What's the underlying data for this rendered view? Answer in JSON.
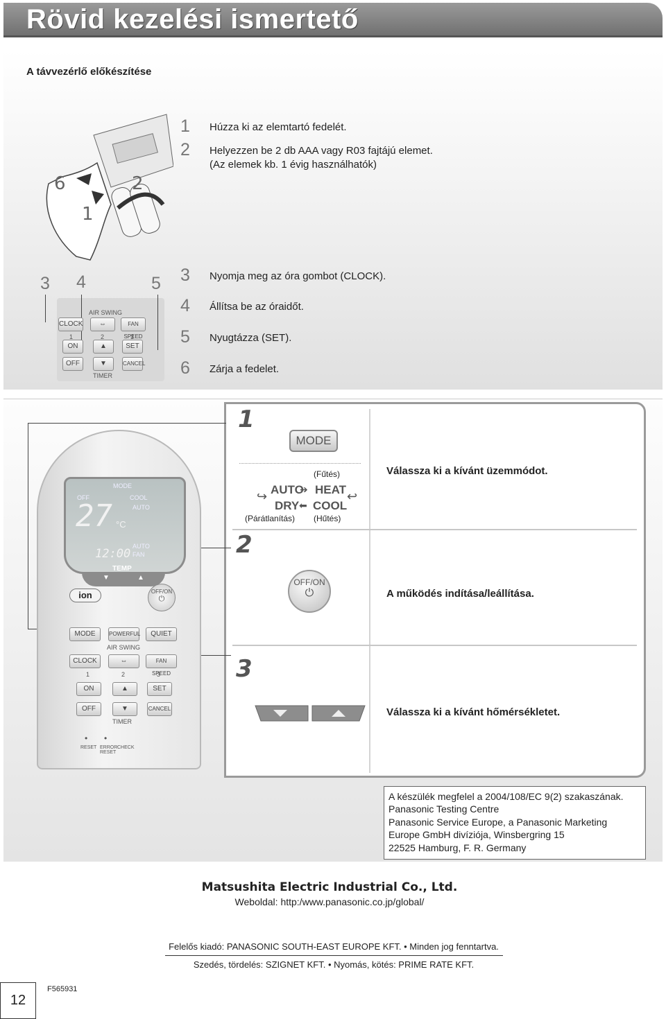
{
  "title": "Rövid kezelési ismertető",
  "prep": {
    "heading": "A távvezérlő előkészítése",
    "steps": [
      {
        "num": "1",
        "text": "Húzza ki az elemtartó fedelét."
      },
      {
        "num": "2",
        "text": "Helyezzen be 2 db AAA vagy R03 fajtájú elemet."
      },
      {
        "num": "",
        "text": "(Az elemek kb. 1 évig használhatók)"
      },
      {
        "num": "3",
        "text": "Nyomja meg az óra gombot (CLOCK)."
      },
      {
        "num": "4",
        "text": "Állítsa be az óraidőt."
      },
      {
        "num": "5",
        "text": "Nyugtázza (SET)."
      },
      {
        "num": "6",
        "text": "Zárja a fedelet."
      }
    ],
    "illustration_callouts": [
      "6",
      "2",
      "1",
      "3",
      "4",
      "5"
    ],
    "clock_panel": {
      "air_swing": "AIR SWING",
      "clock": "CLOCK",
      "fan_speed": "FAN SPEED",
      "on": "ON",
      "set": "SET",
      "off": "OFF",
      "cancel": "CANCEL",
      "timer": "TIMER",
      "n1": "1",
      "n2": "2",
      "n3": "3"
    }
  },
  "ops": {
    "step1": {
      "num": "1",
      "mode_button": "MODE",
      "label_heating": "(Fűtés)",
      "label_drying": "(Párátlanítás)",
      "label_cooling": "(Hűtés)",
      "mode_auto": "AUTO",
      "mode_heat": "HEAT",
      "mode_dry": "DRY",
      "mode_cool": "COOL",
      "instruction": "Válassza ki a kívánt üzemmódot."
    },
    "step2": {
      "num": "2",
      "button": "OFF/ON",
      "instruction": "A működés indítása/leállítása."
    },
    "step3": {
      "num": "3",
      "instruction": "Válassza ki a kívánt hőmérsékletet."
    }
  },
  "remote": {
    "display_mode": "MODE",
    "display_off": "OFF",
    "display_cool": "COOL",
    "display_auto": "AUTO",
    "display_temp": "27",
    "display_unit": "°C",
    "display_time": "12:00",
    "display_auto2": "AUTO",
    "display_fan": "FAN",
    "temp": "TEMP",
    "ion": "ion",
    "offon": "OFF/ON",
    "mode": "MODE",
    "powerful": "POWERFUL",
    "quiet": "QUIET",
    "air_swing": "AIR SWING",
    "clock": "CLOCK",
    "fan_speed": "FAN SPEED",
    "n1": "1",
    "n2": "2",
    "n3": "3",
    "on": "ON",
    "set": "SET",
    "off": "OFF",
    "cancel": "CANCEL",
    "timer": "TIMER",
    "reset": "RESET",
    "error_reset": "ERROR RESET",
    "check": "CHECK"
  },
  "cert": [
    "A készülék megfelel a 2004/108/EC 9(2) szakaszának.",
    "Panasonic Testing Centre",
    "Panasonic Service Europe, a Panasonic Marketing",
    "Europe GmbH divíziója, Winsbergring 15",
    "22525 Hamburg, F. R. Germany"
  ],
  "footer": {
    "company": "Matsushita Electric Industrial Co., Ltd.",
    "website": "Weboldal: http:/www.panasonic.co.jp/global/",
    "line1": "Felelős kiadó: PANASONIC SOUTH-EAST EUROPE KFT. • Minden jog fenntartva.",
    "line2": "Szedés, tördelés: SZIGNET KFT. • Nyomás, kötés: PRIME RATE KFT.",
    "page_number": "12",
    "doc_code": "F565931"
  }
}
